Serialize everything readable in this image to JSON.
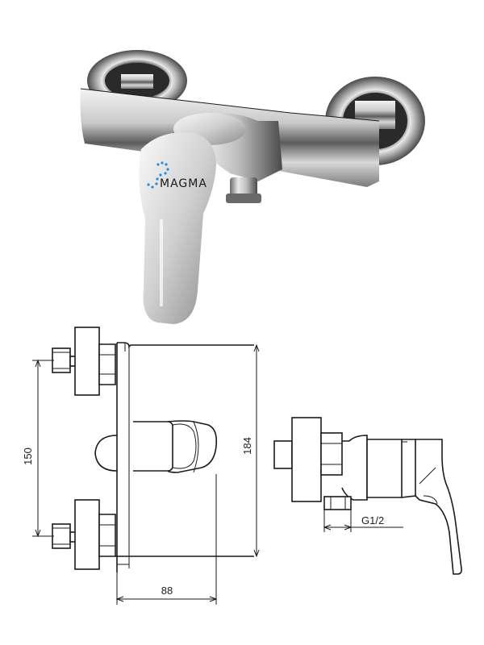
{
  "product": {
    "brand_logo": "MAGMA"
  },
  "drawing": {
    "dim_height_center": "150",
    "dim_height_total": "184",
    "dim_width_depth": "88",
    "thread_label": "G1/2"
  }
}
